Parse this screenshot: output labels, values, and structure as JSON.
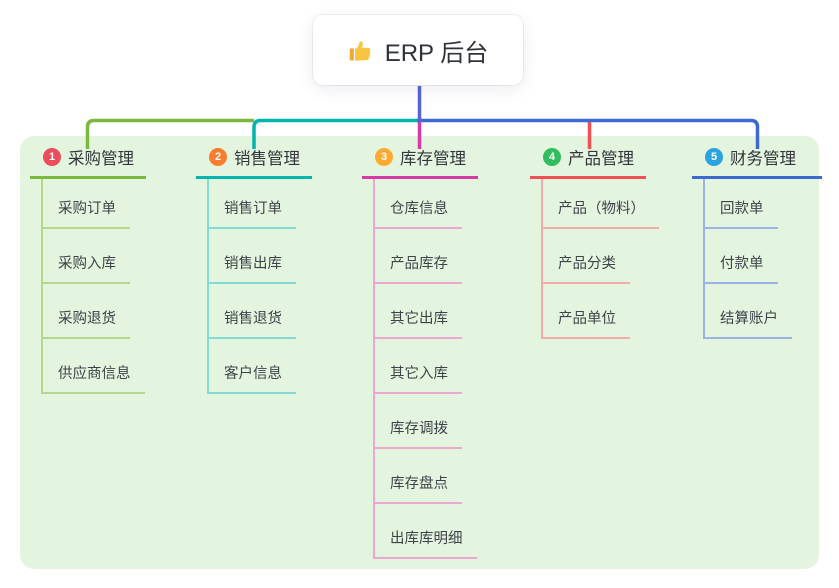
{
  "root": {
    "icon": "thumbs-up",
    "label": "ERP 后台"
  },
  "colors": {
    "canvas_bg": "#ffffff",
    "panel_bg": "#e4f5df",
    "root_stem": "#5565d2",
    "root_text": "#2f3339",
    "header_text": "#33363c",
    "child_text": "#3e4349",
    "thumb_gold": "#f9c440"
  },
  "branches": [
    {
      "num": "1",
      "title": "采购管理",
      "badge_color": "#ea4d5b",
      "line_color": "#7cb840",
      "child_line_color": "#b5d88b",
      "children": [
        "采购订单",
        "采购入库",
        "采购退货",
        "供应商信息"
      ]
    },
    {
      "num": "2",
      "title": "销售管理",
      "badge_color": "#f97d2c",
      "line_color": "#00b5ac",
      "child_line_color": "#82dad3",
      "children": [
        "销售订单",
        "销售出库",
        "销售退货",
        "客户信息"
      ]
    },
    {
      "num": "3",
      "title": "库存管理",
      "badge_color": "#fbab31",
      "line_color": "#d63aa4",
      "child_line_color": "#efa6d3",
      "children": [
        "仓库信息",
        "产品库存",
        "其它出库",
        "其它入库",
        "库存调拨",
        "库存盘点",
        "出库库明细"
      ]
    },
    {
      "num": "4",
      "title": "产品管理",
      "badge_color": "#31bd5e",
      "line_color": "#f05051",
      "child_line_color": "#f6abab",
      "children": [
        "产品（物料）",
        "产品分类",
        "产品单位"
      ]
    },
    {
      "num": "5",
      "title": "财务管理",
      "badge_color": "#2aa3e0",
      "line_color": "#3f69d2",
      "child_line_color": "#9db3e6",
      "children": [
        "回款单",
        "付款单",
        "结算账户"
      ]
    }
  ]
}
